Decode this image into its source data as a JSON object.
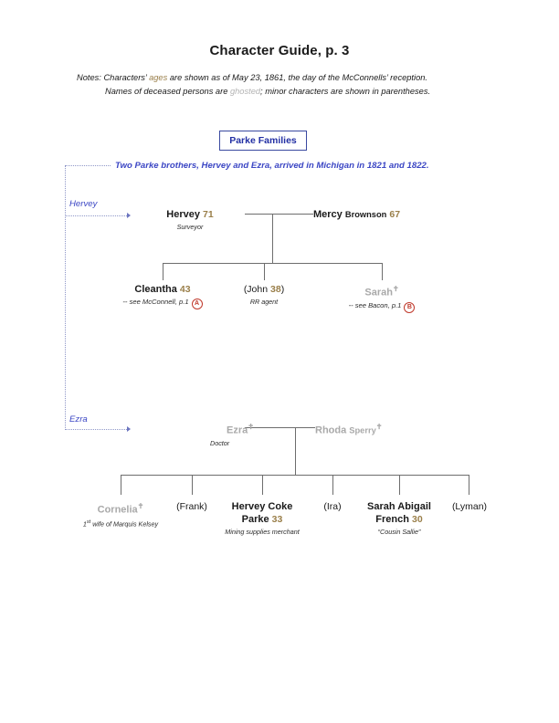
{
  "document": {
    "title": "Character Guide, p. 3",
    "notes_label": "Notes:",
    "notes_line1_a": "Characters’ ",
    "notes_line1_ages": "ages",
    "notes_line1_b": " are shown as of May 23, 1861, the day of the McConnells’ reception.",
    "notes_line2_a": "Names of deceased persons are ",
    "notes_line2_ghosted": "ghosted",
    "notes_line2_b": "; minor characters are shown in parentheses."
  },
  "section": {
    "box_label": "Parke Families",
    "intro_note": "Two Parke brothers, Hervey and Ezra, arrived in Michigan in 1821 and 1822.",
    "branch_hervey": "Hervey",
    "branch_ezra": "Ezra"
  },
  "colors": {
    "age": "#9a7f4a",
    "ghost": "#a9a9a9",
    "accent_blue": "#3b46c4",
    "box_blue": "#2330a4",
    "marker_red": "#c0392b",
    "line_gray": "#6d6d6d"
  },
  "hervey_family": {
    "couple": [
      {
        "given": "Hervey",
        "surname": "",
        "age": "71",
        "subtitle": "Surveyor",
        "deceased": false,
        "minor": false
      },
      {
        "given": "Mercy",
        "surname": "Brownson",
        "age": "67",
        "subtitle": "",
        "deceased": false,
        "minor": false
      }
    ],
    "children": [
      {
        "given": "Cleantha",
        "surname": "",
        "age": "43",
        "subtitle": "-- see McConnell, p.1",
        "marker": "A",
        "deceased": false,
        "minor": false
      },
      {
        "given": "(John",
        "surname": "",
        "age": "38",
        "age_suffix": ")",
        "subtitle": "RR agent",
        "marker": "",
        "deceased": false,
        "minor": true
      },
      {
        "given": "Sarah",
        "surname": "",
        "age": "",
        "subtitle": "-- see Bacon, p.1",
        "marker": "B",
        "deceased": true,
        "minor": false
      }
    ]
  },
  "ezra_family": {
    "couple": [
      {
        "given": "Ezra",
        "surname": "",
        "age": "",
        "subtitle": "Doctor",
        "deceased": true,
        "minor": false
      },
      {
        "given": "Rhoda",
        "surname": "Sperry",
        "age": "",
        "subtitle": "",
        "deceased": true,
        "minor": false
      }
    ],
    "children": [
      {
        "given": "Cornelia",
        "surname": "",
        "age": "",
        "subtitle": "1st wife of Marquis Kelsey",
        "subtitle_sup": "st",
        "subtitle_pre": "1",
        "subtitle_post": " wife of Marquis Kelsey",
        "deceased": true,
        "minor": false
      },
      {
        "given": "(Frank)",
        "surname": "",
        "age": "",
        "subtitle": "",
        "deceased": false,
        "minor": true
      },
      {
        "given": "Hervey Coke",
        "given2": "Parke",
        "surname": "",
        "age": "33",
        "subtitle": "Mining supplies merchant",
        "deceased": false,
        "minor": false
      },
      {
        "given": "(Ira)",
        "surname": "",
        "age": "",
        "subtitle": "",
        "deceased": false,
        "minor": true
      },
      {
        "given": "Sarah Abigail",
        "given2": "French",
        "surname": "",
        "age": "30",
        "subtitle": "“Cousin Sallie”",
        "deceased": false,
        "minor": false
      },
      {
        "given": "(Lyman)",
        "surname": "",
        "age": "",
        "subtitle": "",
        "deceased": false,
        "minor": true
      }
    ]
  }
}
